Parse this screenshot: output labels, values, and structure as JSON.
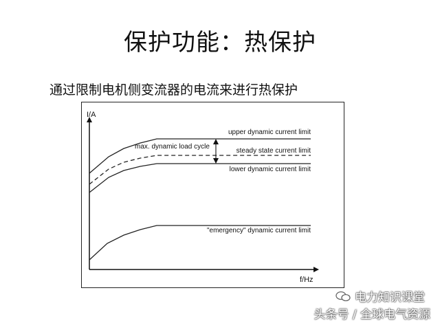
{
  "slide": {
    "title": "保护功能：热保护",
    "subtitle": "通过限制电机侧变流器的电流来进行热保护"
  },
  "diagram": {
    "y_axis_label": "I/A",
    "x_axis_label": "f/Hz",
    "curves": {
      "upper": "upper dynamic current limit",
      "steady": "steady state current limit",
      "lower": "lower dynamic current limit",
      "emergency": "\"emergency\" dynamic current limit"
    },
    "annotation": "max. dynamic load cycle"
  },
  "watermark": {
    "top": "电力知识课堂",
    "bottom": "头条号 / 全球电气资源"
  }
}
